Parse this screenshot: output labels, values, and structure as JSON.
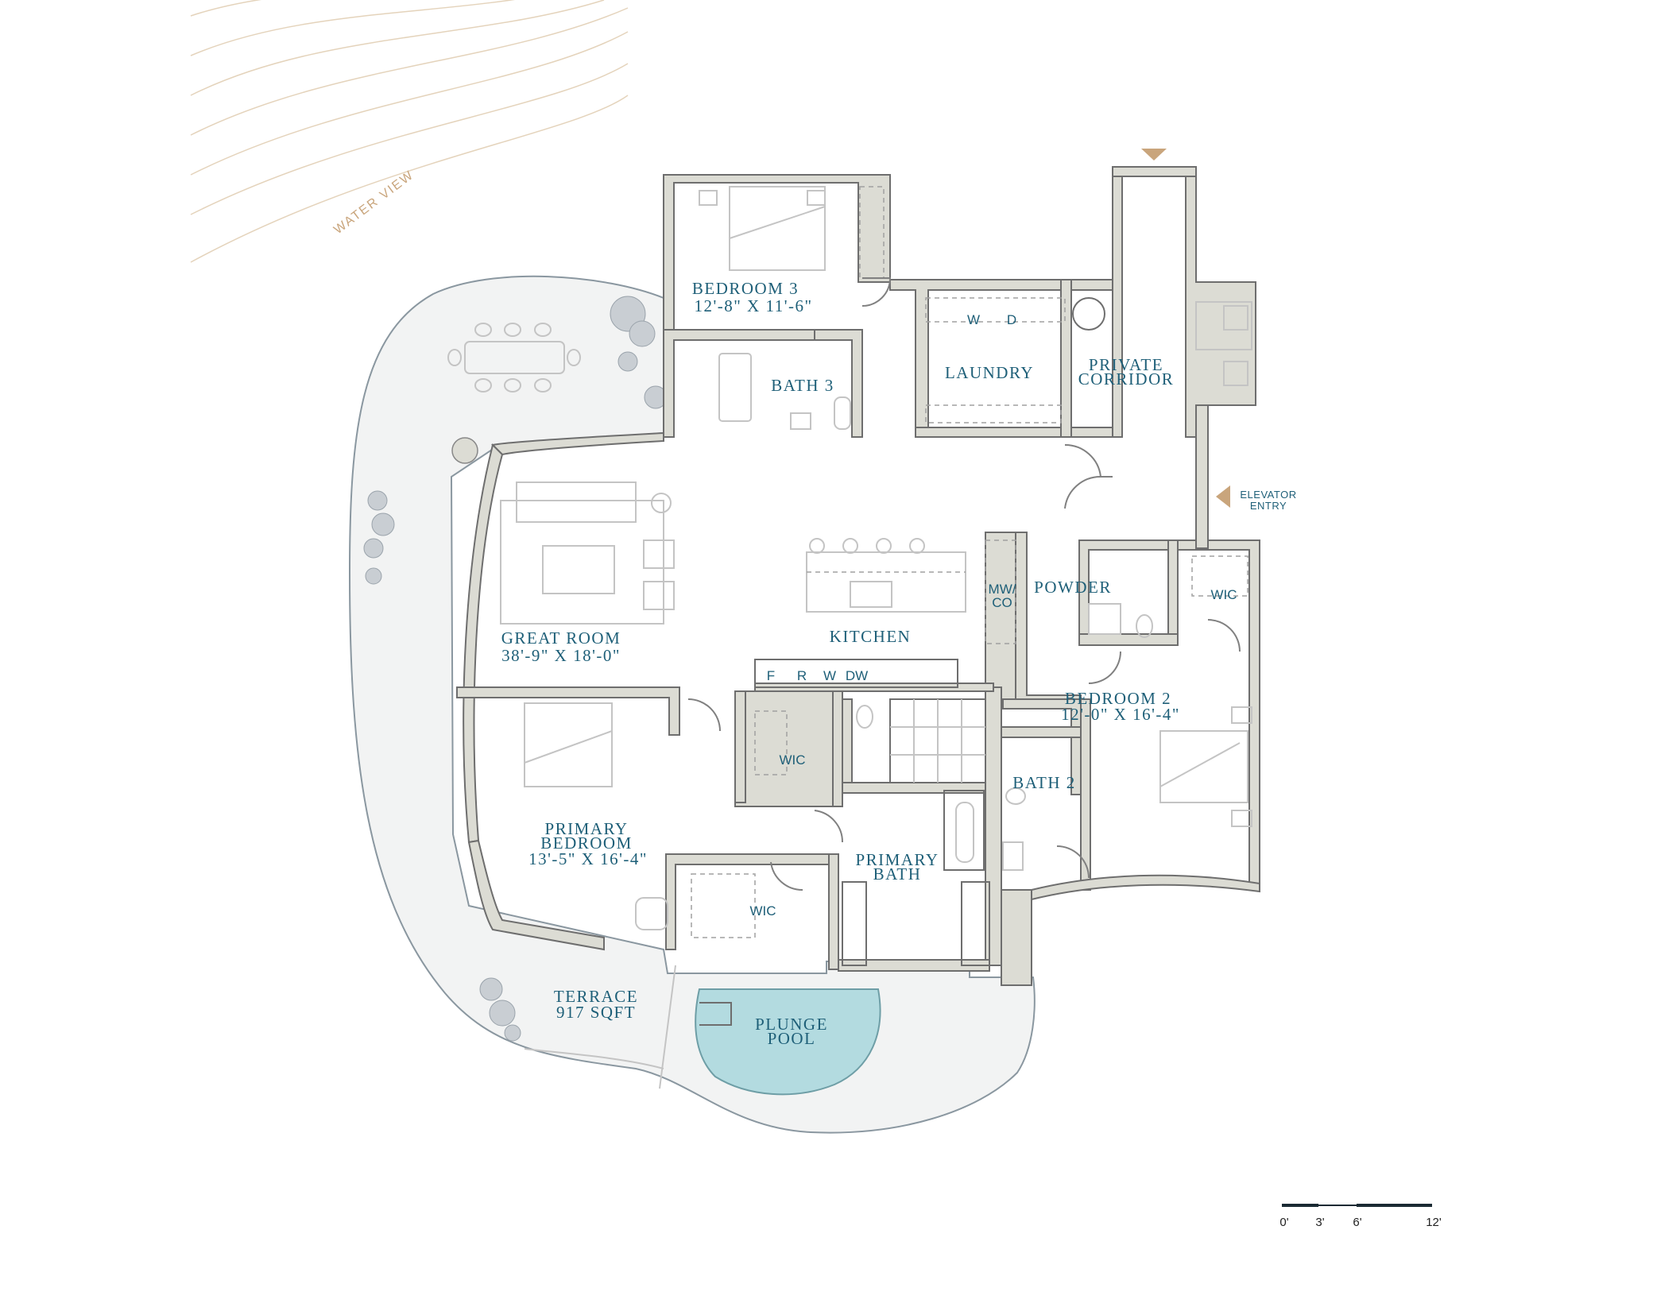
{
  "annotations": {
    "water_view": "WATER VIEW",
    "elevator_entry_line1": "ELEVATOR",
    "elevator_entry_line2": "ENTRY"
  },
  "rooms": {
    "bedroom3": {
      "name": "BEDROOM 3",
      "dims": "12'-8\" X 11'-6\""
    },
    "bath3": {
      "name": "BATH 3"
    },
    "laundry": {
      "name": "LAUNDRY",
      "washer": "W",
      "dryer": "D"
    },
    "private_corridor": {
      "line1": "PRIVATE",
      "line2": "CORRIDOR"
    },
    "great_room": {
      "name": "GREAT ROOM",
      "dims": "38'-9\" X 18'-0\""
    },
    "kitchen": {
      "name": "KITCHEN",
      "appliances": [
        "F",
        "R",
        "W",
        "DW"
      ],
      "mw_line1": "MW/",
      "mw_line2": "CO"
    },
    "powder": {
      "name": "POWDER"
    },
    "wic_bed2": {
      "name": "WIC"
    },
    "bedroom2": {
      "name": "BEDROOM 2",
      "dims": "12'-0\" X 16'-4\""
    },
    "wic_primary_upper": {
      "name": "WIC"
    },
    "bath2": {
      "name": "BATH 2"
    },
    "primary_bedroom": {
      "line1": "PRIMARY",
      "line2": "BEDROOM",
      "dims": "13'-5\" X 16'-4\""
    },
    "primary_bath": {
      "line1": "PRIMARY",
      "line2": "BATH"
    },
    "wic_primary_lower": {
      "name": "WIC"
    },
    "terrace": {
      "name": "TERRACE",
      "area": "917 SQFT"
    },
    "plunge_pool": {
      "line1": "PLUNGE",
      "line2": "POOL"
    }
  },
  "scale_bar": {
    "labels": [
      "0'",
      "3'",
      "6'",
      "12'"
    ]
  },
  "colors": {
    "label_teal": "#1e5f78",
    "water_gold": "#c9a57c",
    "wall_fill": "#dcdcd4",
    "pool": "#b3dbe0",
    "terrace": "#f2f3f3"
  }
}
